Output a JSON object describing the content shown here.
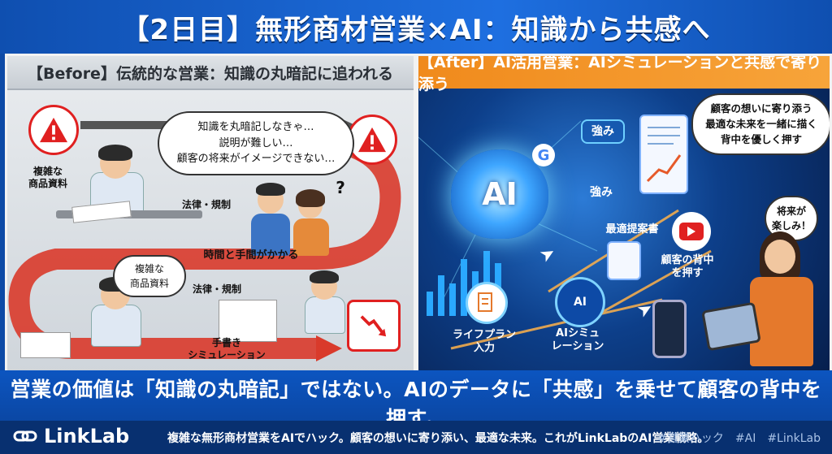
{
  "header": {
    "title": "【2日目】無形商材営業×AI：知識から共感へ"
  },
  "before": {
    "heading": "【Before】伝統的な営業：知識の丸暗記に追われる",
    "thought_lines": [
      "知識を丸暗記しなきゃ…",
      "説明が難しい…",
      "顧客の将来がイメージできない…"
    ],
    "label_docs_top": "複雑な\n商品資料",
    "label_docs_mid": "複雑な\n商品資料",
    "label_law_top": "法律・規制",
    "label_law_mid": "法律・規制",
    "label_time": "時間と手間がかかる",
    "label_handwritten": "手書き\nシミュレーション",
    "question_mark": "?"
  },
  "after": {
    "heading": "【After】AI活用営業：AIシミュレーションと共感で寄り添う",
    "ai_label": "AI",
    "strength_top": "強み",
    "strength_bottom": "強み",
    "proposal_bubble_lines": [
      "顧客の想いに寄り添う",
      "最適な未来を一緒に描く",
      "背中を優しく押す"
    ],
    "customer_bubble": "将来が\n楽しみ！",
    "optimal_plan": "最適提案書",
    "push_back": "顧客の背中\nを押す",
    "life_plan": "ライフプラン\n入力",
    "ai_sim": "AIシミュ\nレーション"
  },
  "summary": "営業の価値は「知識の丸暗記」ではない。AIのデータに「共感」を乗せて顧客の背中を押す。",
  "footer": {
    "logo_text": "LinkLab",
    "text": "複雑な無形商材営業をAIでハック。顧客の想いに寄り添い、最適な未来。これがLinkLabのAI営業戦略。",
    "tags": "#営業ハック　#AI　#LinkLab"
  },
  "colors": {
    "brand_blue": "#0d4aa6",
    "accent_orange": "#f08a1c",
    "alert_red": "#e02020"
  }
}
